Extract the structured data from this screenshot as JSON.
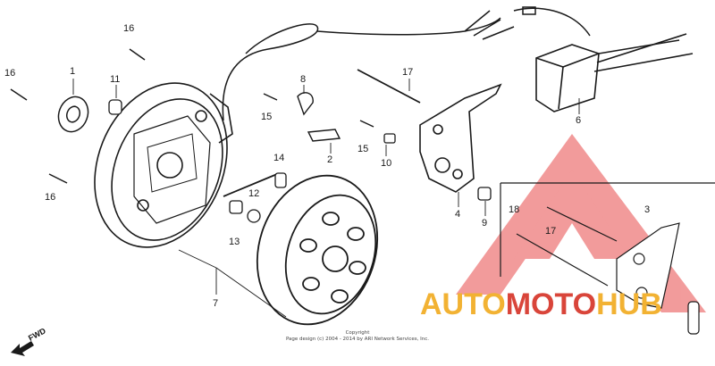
{
  "callouts": {
    "c1": "1",
    "c2": "2",
    "c3": "3",
    "c4": "4",
    "c6": "6",
    "c7": "7",
    "c8": "8",
    "c9": "9",
    "c10": "10",
    "c11": "11",
    "c12": "12",
    "c13": "13",
    "c14": "14",
    "c15a": "15",
    "c15b": "15",
    "c16a": "16",
    "c16b": "16",
    "c16c": "16",
    "c17a": "17",
    "c17b": "17",
    "c18": "18"
  },
  "fwd_label": "FWD",
  "copyright": {
    "line1": "Copyright",
    "line2": "Page design (c) 2004 - 2014 by ARI Network Services, Inc."
  },
  "watermark": {
    "part1": "AUTO",
    "part2": "MOTO",
    "part3": "HUB"
  },
  "colors": {
    "line": "#1a1a1a",
    "watermark_red": "#e03a3a",
    "watermark_orange": "#f2b233"
  }
}
